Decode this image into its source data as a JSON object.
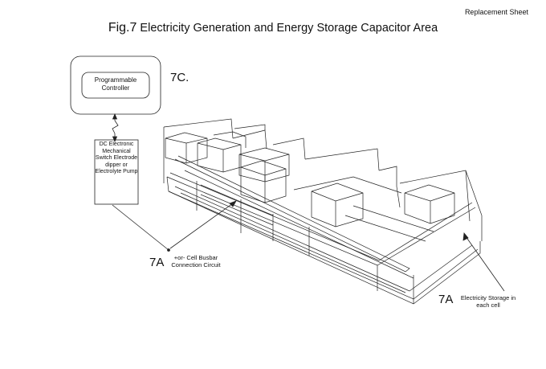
{
  "header": {
    "note": "Replacement Sheet"
  },
  "title": {
    "fig_label": "Fig.7",
    "text": "Electricity Generation and Energy Storage Capacitor  Area"
  },
  "labels": {
    "controller": "Programmable Controller",
    "controller_ref": "7C.",
    "switch_box": "DC Electronic Mechanical Switch Electrode dipper or Electrolyte Pump",
    "busbar_ref": "7A",
    "busbar_text": "+or- Cell Busbar Connection Circuit",
    "storage_ref": "7A",
    "storage_text": "Electricity Storage in each cell"
  }
}
